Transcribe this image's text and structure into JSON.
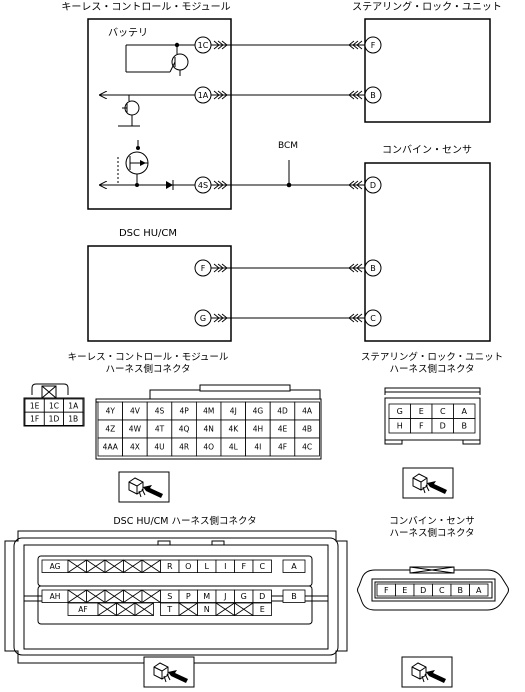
{
  "modules": {
    "kcm": "キーレス・コントロール・モジュール",
    "slu": "ステアリング・ロック・ユニット",
    "combine": "コンバイン・センサ",
    "dsc": "DSC HU/CM"
  },
  "labels": {
    "battery": "バッテリ",
    "bcm": "BCM"
  },
  "pins": {
    "kcm": [
      "1C",
      "1A",
      "4S"
    ],
    "slu": [
      "F",
      "B"
    ],
    "combine": [
      "D",
      "B",
      "C"
    ],
    "dsc": [
      "F",
      "G"
    ]
  },
  "connector_titles": {
    "kcm_line1": "キーレス・コントロール・モジュール",
    "kcm_line2": "ハーネス側コネクタ",
    "slu_line1": "ステアリング・ロック・ユニット",
    "slu_line2": "ハーネス側コネクタ",
    "dsc": "DSC HU/CM ハーネス側コネクタ",
    "combine_line1": "コンバイン・センサ",
    "combine_line2": "ハーネス側コネクタ"
  },
  "kcm_small_connector": {
    "rows": [
      [
        "1E",
        "1C",
        "1A"
      ],
      [
        "1F",
        "1D",
        "1B"
      ]
    ]
  },
  "kcm_large_connector": {
    "rows": [
      [
        "4Y",
        "4V",
        "4S",
        "4P",
        "4M",
        "4J",
        "4G",
        "4D",
        "4A"
      ],
      [
        "4Z",
        "4W",
        "4T",
        "4Q",
        "4N",
        "4K",
        "4H",
        "4E",
        "4B"
      ],
      [
        "4AA",
        "4X",
        "4U",
        "4R",
        "4O",
        "4L",
        "4I",
        "4F",
        "4C"
      ]
    ]
  },
  "slu_connector": {
    "rows": [
      [
        "G",
        "E",
        "C",
        "A"
      ],
      [
        "H",
        "F",
        "D",
        "B"
      ]
    ]
  },
  "dsc_connector": {
    "row1": [
      "R",
      "O",
      "L",
      "I",
      "F",
      "C"
    ],
    "row2": [
      "S",
      "P",
      "M",
      "J",
      "G",
      "D"
    ],
    "row3": [
      "T",
      "N",
      "E"
    ],
    "ag": "AG",
    "ah": "AH",
    "af": "AF",
    "a": "A",
    "b": "B"
  },
  "combine_connector": {
    "pins": [
      "F",
      "E",
      "D",
      "C",
      "B",
      "A"
    ]
  }
}
